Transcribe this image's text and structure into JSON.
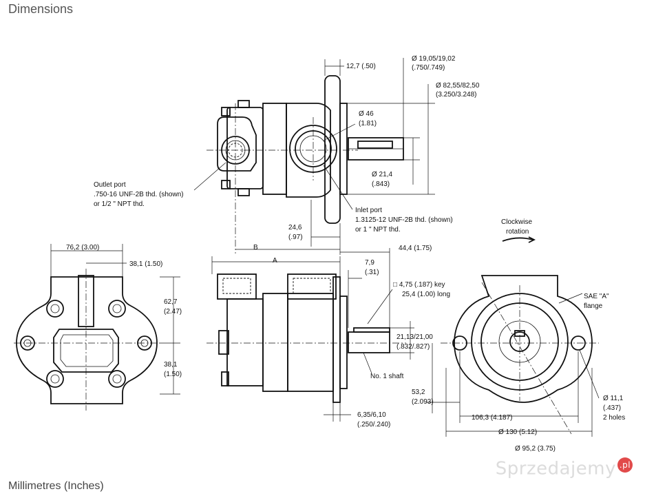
{
  "header": {
    "title": "Dimensions"
  },
  "footer": {
    "units_note": "Millimetres (Inches)"
  },
  "watermark": {
    "text": "Sprzedajemy",
    "badge": ".pl"
  },
  "top_view": {
    "flange_thickness": "12,7 (.50)",
    "shaft_dia_1": "Ø 19,05/19,02",
    "shaft_dia_1_in": "(.750/.749)",
    "pilot_dia_1": "Ø 82,55/82,50",
    "pilot_dia_1_in": "(3.250/3.248)",
    "inlet_dia_1": "Ø 46",
    "inlet_dia_1_in": "(1.81)",
    "shaft_dia_2": "Ø 21,4",
    "shaft_dia_2_in": "(.843)",
    "outlet_port_1": "Outlet port",
    "outlet_port_2": ".750-16 UNF-2B thd. (shown)",
    "outlet_port_3": "or 1/2 \" NPT thd.",
    "inlet_port_1": "Inlet port",
    "inlet_port_2": "1.3125-12 UNF-2B thd. (shown)",
    "inlet_port_3": "or 1 \" NPT thd.",
    "offset_1": "24,6",
    "offset_1_in": "(.97)",
    "dim_b": "B"
  },
  "left_view": {
    "width_top": "76,2 (3.00)",
    "half_width": "38,1 (1.50)",
    "height_upper": "62,7",
    "height_upper_in": "(2.47)",
    "height_lower": "38,1",
    "height_lower_in": "(1.50)"
  },
  "middle_view": {
    "dim_a": "A",
    "shaft_length": "44,4 (1.75)",
    "key_offset": "7,9",
    "key_offset_in": "(.31)",
    "key_1": "□ 4,75 (.187) key",
    "key_2": "25,4 (1.00) long",
    "key_height": "21,13/21,00",
    "key_height_in": "(.832/.827)",
    "shaft_label": "No. 1 shaft",
    "flange_gap": "6,35/6,10",
    "flange_gap_in": "(.250/.240)"
  },
  "right_view": {
    "rotation_1": "Clockwise",
    "rotation_2": "rotation",
    "flange_1": "SAE \"A\"",
    "flange_2": "flange",
    "center_height": "53,2",
    "center_height_in": "(2.093)",
    "hole_dia": "Ø 11,1",
    "hole_dia_in": "(.437)",
    "hole_count": "2 holes",
    "hole_spacing": "106,3 (4.187)",
    "flange_width": "Ø 130 (5.12)",
    "bolt_circle": "Ø 95,2 (3.75)"
  }
}
